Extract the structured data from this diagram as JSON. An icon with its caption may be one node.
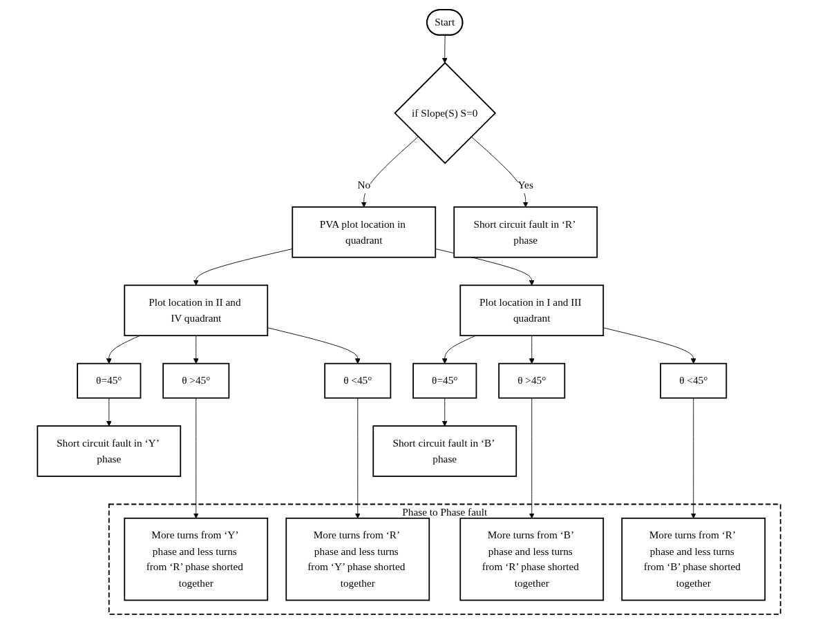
{
  "diagram": {
    "nodes": [
      {
        "text": [
          "Start"
        ]
      },
      {
        "text": [
          "if Slope(S) S=0"
        ]
      },
      {
        "text": [
          "Short circuit fault in ‘R’ phase"
        ]
      },
      {
        "text": [
          "PVA plot location in quadrant"
        ]
      },
      {
        "text": [
          "Plot location in II and IV quadrant"
        ]
      },
      {
        "text": [
          "Plot location in I and III quadrant"
        ]
      },
      {
        "text": [
          "θ=45°"
        ]
      },
      {
        "text": [
          "θ >45°"
        ]
      },
      {
        "text": [
          "θ <45°"
        ]
      },
      {
        "text": [
          "θ=45°"
        ]
      },
      {
        "text": [
          "θ >45°"
        ]
      },
      {
        "text": [
          "θ <45°"
        ]
      },
      {
        "text": [
          "Short circuit fault in ‘Y’ phase"
        ]
      },
      {
        "text": [
          "Short circuit fault in ‘B’ phase"
        ]
      },
      {
        "text": [
          "Phase to Phase fault"
        ]
      },
      {
        "text": [
          "More turns from ‘Y’ phase and less turns from ‘R’ phase shorted together"
        ],
        "in": 14
      },
      {
        "text": [
          "More turns from ‘R’ phase and less turns from ‘Y’ phase shorted together"
        ],
        "in": 14
      },
      {
        "text": [
          "More turns from ‘B’ phase and less turns from ‘R’ phase shorted together"
        ],
        "in": 14
      },
      {
        "text": [
          "More turns from ‘R’ phase and less turns from ‘B’ phase shorted together"
        ],
        "in": 14
      }
    ],
    "edges": [
      {
        "from": 0,
        "to": 1,
        "arrow": "to"
      },
      {
        "from": 1,
        "to": 3,
        "arrow": "to",
        "label": "No"
      },
      {
        "from": 1,
        "to": 2,
        "arrow": "to",
        "label": "Yes"
      },
      {
        "from": 3,
        "to": 4,
        "arrow": "to"
      },
      {
        "from": 3,
        "to": 5,
        "arrow": "to"
      },
      {
        "from": 4,
        "to": 6,
        "arrow": "to"
      },
      {
        "from": 4,
        "to": 7,
        "arrow": "to"
      },
      {
        "from": 4,
        "to": 8,
        "arrow": "to"
      },
      {
        "from": 5,
        "to": 9,
        "arrow": "to"
      },
      {
        "from": 5,
        "to": 10,
        "arrow": "to"
      },
      {
        "from": 5,
        "to": 11,
        "arrow": "to"
      },
      {
        "from": 6,
        "to": 12,
        "arrow": "to"
      },
      {
        "from": 9,
        "to": 13,
        "arrow": "to"
      },
      {
        "from": 7,
        "to": 15,
        "arrow": "to"
      },
      {
        "from": 8,
        "to": 16,
        "arrow": "to"
      },
      {
        "from": 10,
        "to": 17,
        "arrow": "to"
      },
      {
        "from": 11,
        "to": 18,
        "arrow": "to"
      }
    ]
  }
}
